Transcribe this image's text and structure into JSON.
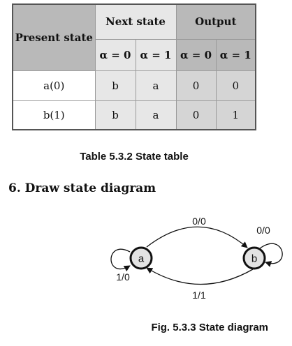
{
  "table": {
    "present_state_header": "Present state",
    "next_state_header": "Next state",
    "output_header": "Output",
    "sub_headers": [
      "α = 0",
      "α = 1",
      "α = 0",
      "α = 1"
    ],
    "rows": [
      {
        "present": "a(0)",
        "next0": "b",
        "next1": "a",
        "out0": "0",
        "out1": "0"
      },
      {
        "present": "b(1)",
        "next0": "b",
        "next1": "a",
        "out0": "0",
        "out1": "1"
      }
    ]
  },
  "table_caption": "Table 5.3.2 State table",
  "step_heading": "6.  Draw state diagram",
  "diagram": {
    "states": [
      "a",
      "b"
    ],
    "transitions": [
      {
        "from": "a",
        "to": "b",
        "label": "0/0"
      },
      {
        "from": "b",
        "to": "b",
        "label": "0/0"
      },
      {
        "from": "a",
        "to": "a",
        "label": "1/0"
      },
      {
        "from": "b",
        "to": "a",
        "label": "1/1"
      }
    ]
  },
  "figure_caption": "Fig. 5.3.3 State diagram"
}
